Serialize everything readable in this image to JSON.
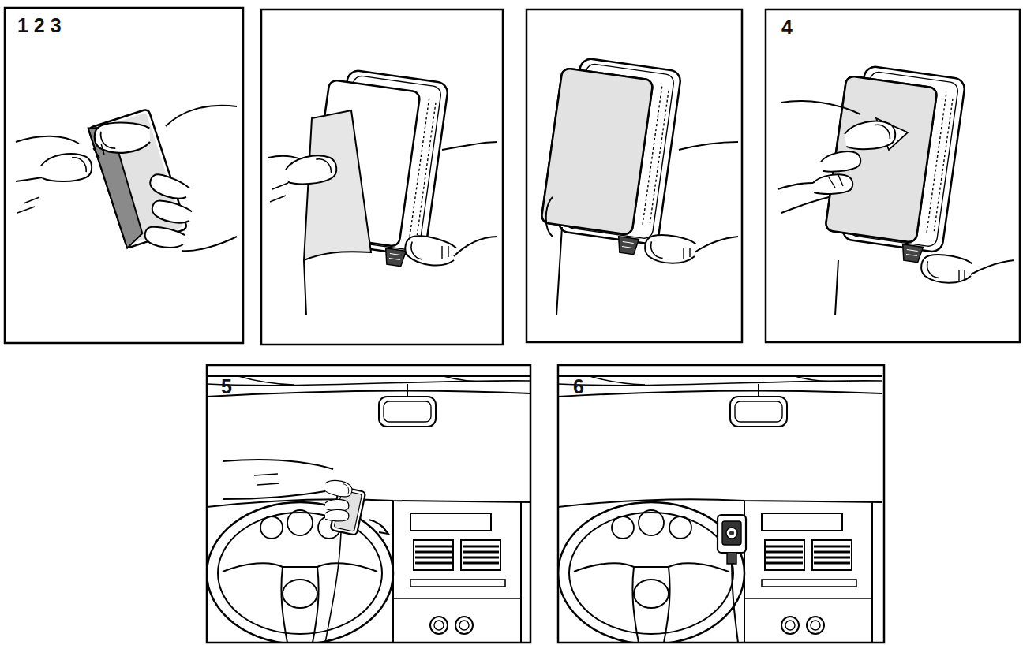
{
  "diagram": {
    "labels": [
      "1 2 3",
      "4",
      "5",
      "6"
    ]
  }
}
